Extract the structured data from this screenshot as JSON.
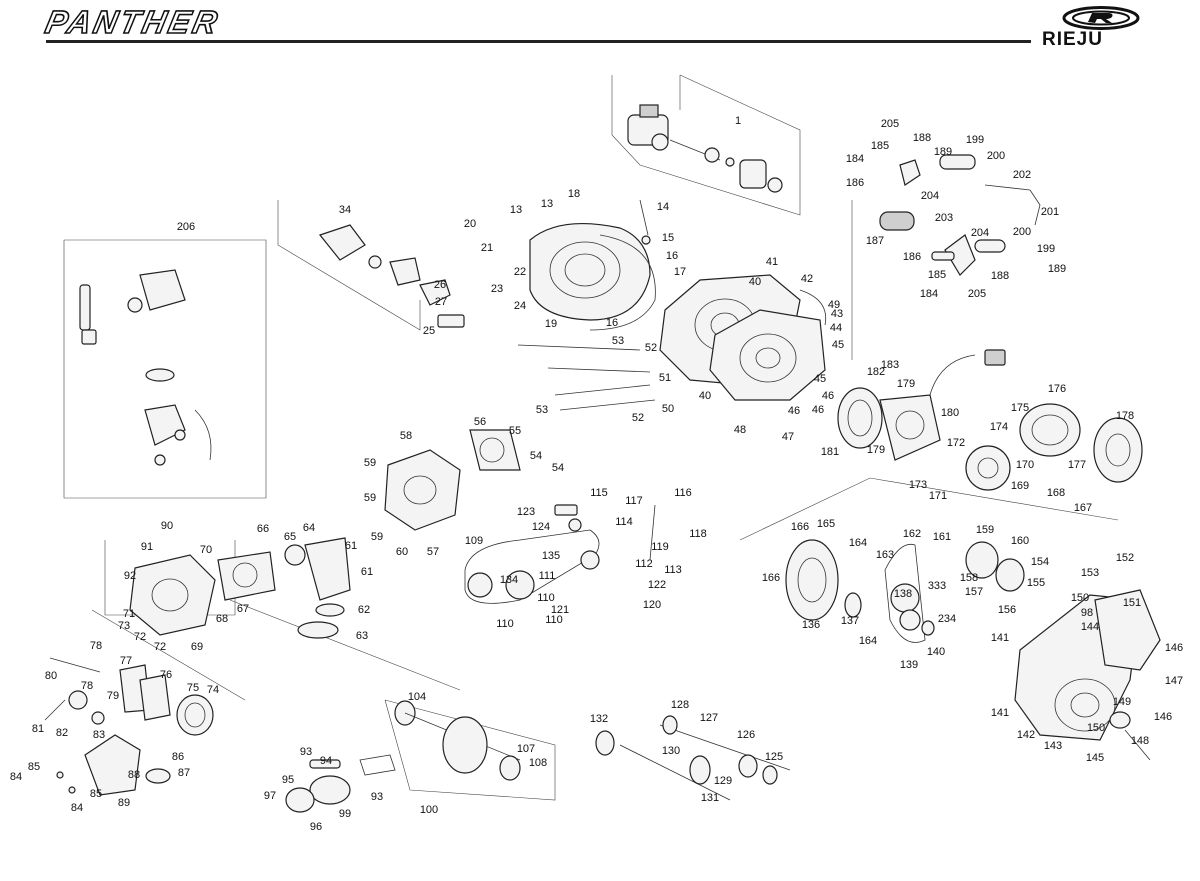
{
  "header": {
    "model_logo": "PANTHER",
    "brand_wordmark": "RIEJU"
  },
  "labels": [
    {
      "id": "l1",
      "text": "1"
    },
    {
      "id": "l205a",
      "text": "205"
    },
    {
      "id": "l188a",
      "text": "188"
    },
    {
      "id": "l199a",
      "text": "199"
    },
    {
      "id": "l185a",
      "text": "185"
    },
    {
      "id": "l189a",
      "text": "189"
    },
    {
      "id": "l184a",
      "text": "184"
    },
    {
      "id": "l200a",
      "text": "200"
    },
    {
      "id": "l202",
      "text": "202"
    },
    {
      "id": "l186a",
      "text": "186"
    },
    {
      "id": "l204a",
      "text": "204"
    },
    {
      "id": "l201",
      "text": "201"
    },
    {
      "id": "l203",
      "text": "203"
    },
    {
      "id": "l200b",
      "text": "200"
    },
    {
      "id": "l187",
      "text": "187"
    },
    {
      "id": "l204b",
      "text": "204"
    },
    {
      "id": "l199b",
      "text": "199"
    },
    {
      "id": "l186b",
      "text": "186"
    },
    {
      "id": "l185b",
      "text": "185"
    },
    {
      "id": "l188b",
      "text": "188"
    },
    {
      "id": "l189b",
      "text": "189"
    },
    {
      "id": "l184b",
      "text": "184"
    },
    {
      "id": "l205b",
      "text": "205"
    },
    {
      "id": "l34",
      "text": "34"
    },
    {
      "id": "l18",
      "text": "18"
    },
    {
      "id": "l13a",
      "text": "13"
    },
    {
      "id": "l13b",
      "text": "13"
    },
    {
      "id": "l14",
      "text": "14"
    },
    {
      "id": "l20",
      "text": "20"
    },
    {
      "id": "l15",
      "text": "15"
    },
    {
      "id": "l21",
      "text": "21"
    },
    {
      "id": "l16a",
      "text": "16"
    },
    {
      "id": "l22",
      "text": "22"
    },
    {
      "id": "l17",
      "text": "17"
    },
    {
      "id": "l26",
      "text": "26"
    },
    {
      "id": "l23",
      "text": "23"
    },
    {
      "id": "l27",
      "text": "27"
    },
    {
      "id": "l24",
      "text": "24"
    },
    {
      "id": "l25",
      "text": "25"
    },
    {
      "id": "l19",
      "text": "19"
    },
    {
      "id": "l16b",
      "text": "16"
    },
    {
      "id": "l206",
      "text": "206"
    },
    {
      "id": "l41",
      "text": "41"
    },
    {
      "id": "l42",
      "text": "42"
    },
    {
      "id": "l40a",
      "text": "40"
    },
    {
      "id": "l49",
      "text": "49"
    },
    {
      "id": "l43",
      "text": "43"
    },
    {
      "id": "l44",
      "text": "44"
    },
    {
      "id": "l45a",
      "text": "45"
    },
    {
      "id": "l45b",
      "text": "45"
    },
    {
      "id": "l46a",
      "text": "46"
    },
    {
      "id": "l46b",
      "text": "46"
    },
    {
      "id": "l46c",
      "text": "46"
    },
    {
      "id": "l47",
      "text": "47"
    },
    {
      "id": "l48",
      "text": "48"
    },
    {
      "id": "l40b",
      "text": "40"
    },
    {
      "id": "l53a",
      "text": "53"
    },
    {
      "id": "l52a",
      "text": "52"
    },
    {
      "id": "l51",
      "text": "51"
    },
    {
      "id": "l50",
      "text": "50"
    },
    {
      "id": "l53b",
      "text": "53"
    },
    {
      "id": "l52b",
      "text": "52"
    },
    {
      "id": "l176",
      "text": "176"
    },
    {
      "id": "l175",
      "text": "175"
    },
    {
      "id": "l174",
      "text": "174"
    },
    {
      "id": "l177",
      "text": "177"
    },
    {
      "id": "l178",
      "text": "178"
    },
    {
      "id": "l182",
      "text": "182"
    },
    {
      "id": "l183",
      "text": "183"
    },
    {
      "id": "l179a",
      "text": "179"
    },
    {
      "id": "l180",
      "text": "180"
    },
    {
      "id": "l181",
      "text": "181"
    },
    {
      "id": "l179b",
      "text": "179"
    },
    {
      "id": "l172",
      "text": "172"
    },
    {
      "id": "l170",
      "text": "170"
    },
    {
      "id": "l173",
      "text": "173"
    },
    {
      "id": "l171",
      "text": "171"
    },
    {
      "id": "l169",
      "text": "169"
    },
    {
      "id": "l168",
      "text": "168"
    },
    {
      "id": "l167",
      "text": "167"
    },
    {
      "id": "l58",
      "text": "58"
    },
    {
      "id": "l56",
      "text": "56"
    },
    {
      "id": "l55",
      "text": "55"
    },
    {
      "id": "l54a",
      "text": "54"
    },
    {
      "id": "l54b",
      "text": "54"
    },
    {
      "id": "l59a",
      "text": "59"
    },
    {
      "id": "l59b",
      "text": "59"
    },
    {
      "id": "l59c",
      "text": "59"
    },
    {
      "id": "l60",
      "text": "60"
    },
    {
      "id": "l57",
      "text": "57"
    },
    {
      "id": "l115",
      "text": "115"
    },
    {
      "id": "l117",
      "text": "117"
    },
    {
      "id": "l116",
      "text": "116"
    },
    {
      "id": "l123",
      "text": "123"
    },
    {
      "id": "l124",
      "text": "124"
    },
    {
      "id": "l114",
      "text": "114"
    },
    {
      "id": "l118",
      "text": "118"
    },
    {
      "id": "l119",
      "text": "119"
    },
    {
      "id": "l109",
      "text": "109"
    },
    {
      "id": "l135",
      "text": "135"
    },
    {
      "id": "l112",
      "text": "112"
    },
    {
      "id": "l113",
      "text": "113"
    },
    {
      "id": "l134",
      "text": "134"
    },
    {
      "id": "l111",
      "text": "111"
    },
    {
      "id": "l122",
      "text": "122"
    },
    {
      "id": "l110a",
      "text": "110"
    },
    {
      "id": "l110b",
      "text": "110"
    },
    {
      "id": "l110c",
      "text": "110"
    },
    {
      "id": "l121",
      "text": "121"
    },
    {
      "id": "l120",
      "text": "120"
    },
    {
      "id": "l90",
      "text": "90"
    },
    {
      "id": "l91",
      "text": "91"
    },
    {
      "id": "l70",
      "text": "70"
    },
    {
      "id": "l92",
      "text": "92"
    },
    {
      "id": "l66",
      "text": "66"
    },
    {
      "id": "l65",
      "text": "65"
    },
    {
      "id": "l64",
      "text": "64"
    },
    {
      "id": "l61a",
      "text": "61"
    },
    {
      "id": "l61b",
      "text": "61"
    },
    {
      "id": "l62",
      "text": "62"
    },
    {
      "id": "l63",
      "text": "63"
    },
    {
      "id": "l71",
      "text": "71"
    },
    {
      "id": "l73",
      "text": "73"
    },
    {
      "id": "l72a",
      "text": "72"
    },
    {
      "id": "l72b",
      "text": "72"
    },
    {
      "id": "l67",
      "text": "67"
    },
    {
      "id": "l68",
      "text": "68"
    },
    {
      "id": "l69",
      "text": "69"
    },
    {
      "id": "l78a",
      "text": "78"
    },
    {
      "id": "l80",
      "text": "80"
    },
    {
      "id": "l77",
      "text": "77"
    },
    {
      "id": "l78b",
      "text": "78"
    },
    {
      "id": "l79",
      "text": "79"
    },
    {
      "id": "l76",
      "text": "76"
    },
    {
      "id": "l75",
      "text": "75"
    },
    {
      "id": "l74",
      "text": "74"
    },
    {
      "id": "l82",
      "text": "82"
    },
    {
      "id": "l81",
      "text": "81"
    },
    {
      "id": "l83",
      "text": "83"
    },
    {
      "id": "l86",
      "text": "86"
    },
    {
      "id": "l88",
      "text": "88"
    },
    {
      "id": "l87",
      "text": "87"
    },
    {
      "id": "l85a",
      "text": "85"
    },
    {
      "id": "l84a",
      "text": "84"
    },
    {
      "id": "l85b",
      "text": "85"
    },
    {
      "id": "l84b",
      "text": "84"
    },
    {
      "id": "l89",
      "text": "89"
    },
    {
      "id": "l104",
      "text": "104"
    },
    {
      "id": "l107",
      "text": "107"
    },
    {
      "id": "l108",
      "text": "108"
    },
    {
      "id": "l93a",
      "text": "93"
    },
    {
      "id": "l94",
      "text": "94"
    },
    {
      "id": "l95",
      "text": "95"
    },
    {
      "id": "l97",
      "text": "97"
    },
    {
      "id": "l93b",
      "text": "93"
    },
    {
      "id": "l96",
      "text": "96"
    },
    {
      "id": "l99",
      "text": "99"
    },
    {
      "id": "l100",
      "text": "100"
    },
    {
      "id": "l128",
      "text": "128"
    },
    {
      "id": "l132",
      "text": "132"
    },
    {
      "id": "l127",
      "text": "127"
    },
    {
      "id": "l126",
      "text": "126"
    },
    {
      "id": "l130",
      "text": "130"
    },
    {
      "id": "l125",
      "text": "125"
    },
    {
      "id": "l129",
      "text": "129"
    },
    {
      "id": "l131",
      "text": "131"
    },
    {
      "id": "l166a",
      "text": "166"
    },
    {
      "id": "l165",
      "text": "165"
    },
    {
      "id": "l164a",
      "text": "164"
    },
    {
      "id": "l162",
      "text": "162"
    },
    {
      "id": "l161",
      "text": "161"
    },
    {
      "id": "l159",
      "text": "159"
    },
    {
      "id": "l160",
      "text": "160"
    },
    {
      "id": "l163",
      "text": "163"
    },
    {
      "id": "l166b",
      "text": "166"
    },
    {
      "id": "l158",
      "text": "158"
    },
    {
      "id": "l154",
      "text": "154"
    },
    {
      "id": "l157",
      "text": "157"
    },
    {
      "id": "l155",
      "text": "155"
    },
    {
      "id": "l333",
      "text": "333"
    },
    {
      "id": "l138",
      "text": "138"
    },
    {
      "id": "l156",
      "text": "156"
    },
    {
      "id": "l136",
      "text": "136"
    },
    {
      "id": "l137",
      "text": "137"
    },
    {
      "id": "l164b",
      "text": "164"
    },
    {
      "id": "l234",
      "text": "234"
    },
    {
      "id": "l140",
      "text": "140"
    },
    {
      "id": "l139",
      "text": "139"
    },
    {
      "id": "l152",
      "text": "152"
    },
    {
      "id": "l153",
      "text": "153"
    },
    {
      "id": "l150a",
      "text": "150"
    },
    {
      "id": "l151",
      "text": "151"
    },
    {
      "id": "l98",
      "text": "98"
    },
    {
      "id": "l144",
      "text": "144"
    },
    {
      "id": "l141a",
      "text": "141"
    },
    {
      "id": "l146a",
      "text": "146"
    },
    {
      "id": "l147",
      "text": "147"
    },
    {
      "id": "l149",
      "text": "149"
    },
    {
      "id": "l146b",
      "text": "146"
    },
    {
      "id": "l141b",
      "text": "141"
    },
    {
      "id": "l150b",
      "text": "150"
    },
    {
      "id": "l142",
      "text": "142"
    },
    {
      "id": "l143",
      "text": "143"
    },
    {
      "id": "l148",
      "text": "148"
    },
    {
      "id": "l145",
      "text": "145"
    }
  ]
}
